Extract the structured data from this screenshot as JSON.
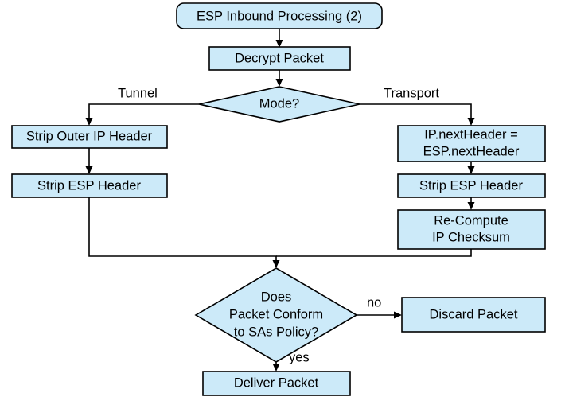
{
  "diagram": {
    "title": "ESP Inbound Processing (2)",
    "theme": {
      "node_fill": "#cceaf9",
      "node_stroke": "#000000",
      "text_color": "#000000",
      "background": "#ffffff"
    },
    "nodes": [
      {
        "id": "start",
        "shape": "rounded-rectangle",
        "lines": [
          "ESP Inbound Processing (2)"
        ]
      },
      {
        "id": "decrypt",
        "shape": "rectangle",
        "lines": [
          "Decrypt Packet"
        ]
      },
      {
        "id": "mode",
        "shape": "diamond",
        "lines": [
          "Mode?"
        ]
      },
      {
        "id": "strip-outer-ip",
        "shape": "rectangle",
        "lines": [
          "Strip Outer IP Header"
        ]
      },
      {
        "id": "strip-esp-left",
        "shape": "rectangle",
        "lines": [
          "Strip ESP Header"
        ]
      },
      {
        "id": "next-header",
        "shape": "rectangle",
        "lines": [
          "IP.nextHeader =",
          "ESP.nextHeader"
        ]
      },
      {
        "id": "strip-esp-right",
        "shape": "rectangle",
        "lines": [
          "Strip ESP Header"
        ]
      },
      {
        "id": "recompute",
        "shape": "rectangle",
        "lines": [
          "Re-Compute",
          "IP Checksum"
        ]
      },
      {
        "id": "conform",
        "shape": "diamond",
        "lines": [
          "Does",
          "Packet Conform",
          "to SAs Policy?"
        ]
      },
      {
        "id": "discard",
        "shape": "rectangle",
        "lines": [
          "Discard Packet"
        ]
      },
      {
        "id": "deliver",
        "shape": "rectangle",
        "lines": [
          "Deliver Packet"
        ]
      }
    ],
    "edge_labels": {
      "tunnel": "Tunnel",
      "transport": "Transport",
      "no": "no",
      "yes": "yes"
    },
    "edges": [
      {
        "from": "start",
        "to": "decrypt",
        "label": ""
      },
      {
        "from": "decrypt",
        "to": "mode",
        "label": ""
      },
      {
        "from": "mode",
        "to": "strip-outer-ip",
        "label": "Tunnel"
      },
      {
        "from": "mode",
        "to": "next-header",
        "label": "Transport"
      },
      {
        "from": "strip-outer-ip",
        "to": "strip-esp-left",
        "label": ""
      },
      {
        "from": "strip-esp-left",
        "to": "conform",
        "label": ""
      },
      {
        "from": "next-header",
        "to": "strip-esp-right",
        "label": ""
      },
      {
        "from": "strip-esp-right",
        "to": "recompute",
        "label": ""
      },
      {
        "from": "recompute",
        "to": "conform",
        "label": ""
      },
      {
        "from": "conform",
        "to": "discard",
        "label": "no"
      },
      {
        "from": "conform",
        "to": "deliver",
        "label": "yes"
      }
    ]
  }
}
